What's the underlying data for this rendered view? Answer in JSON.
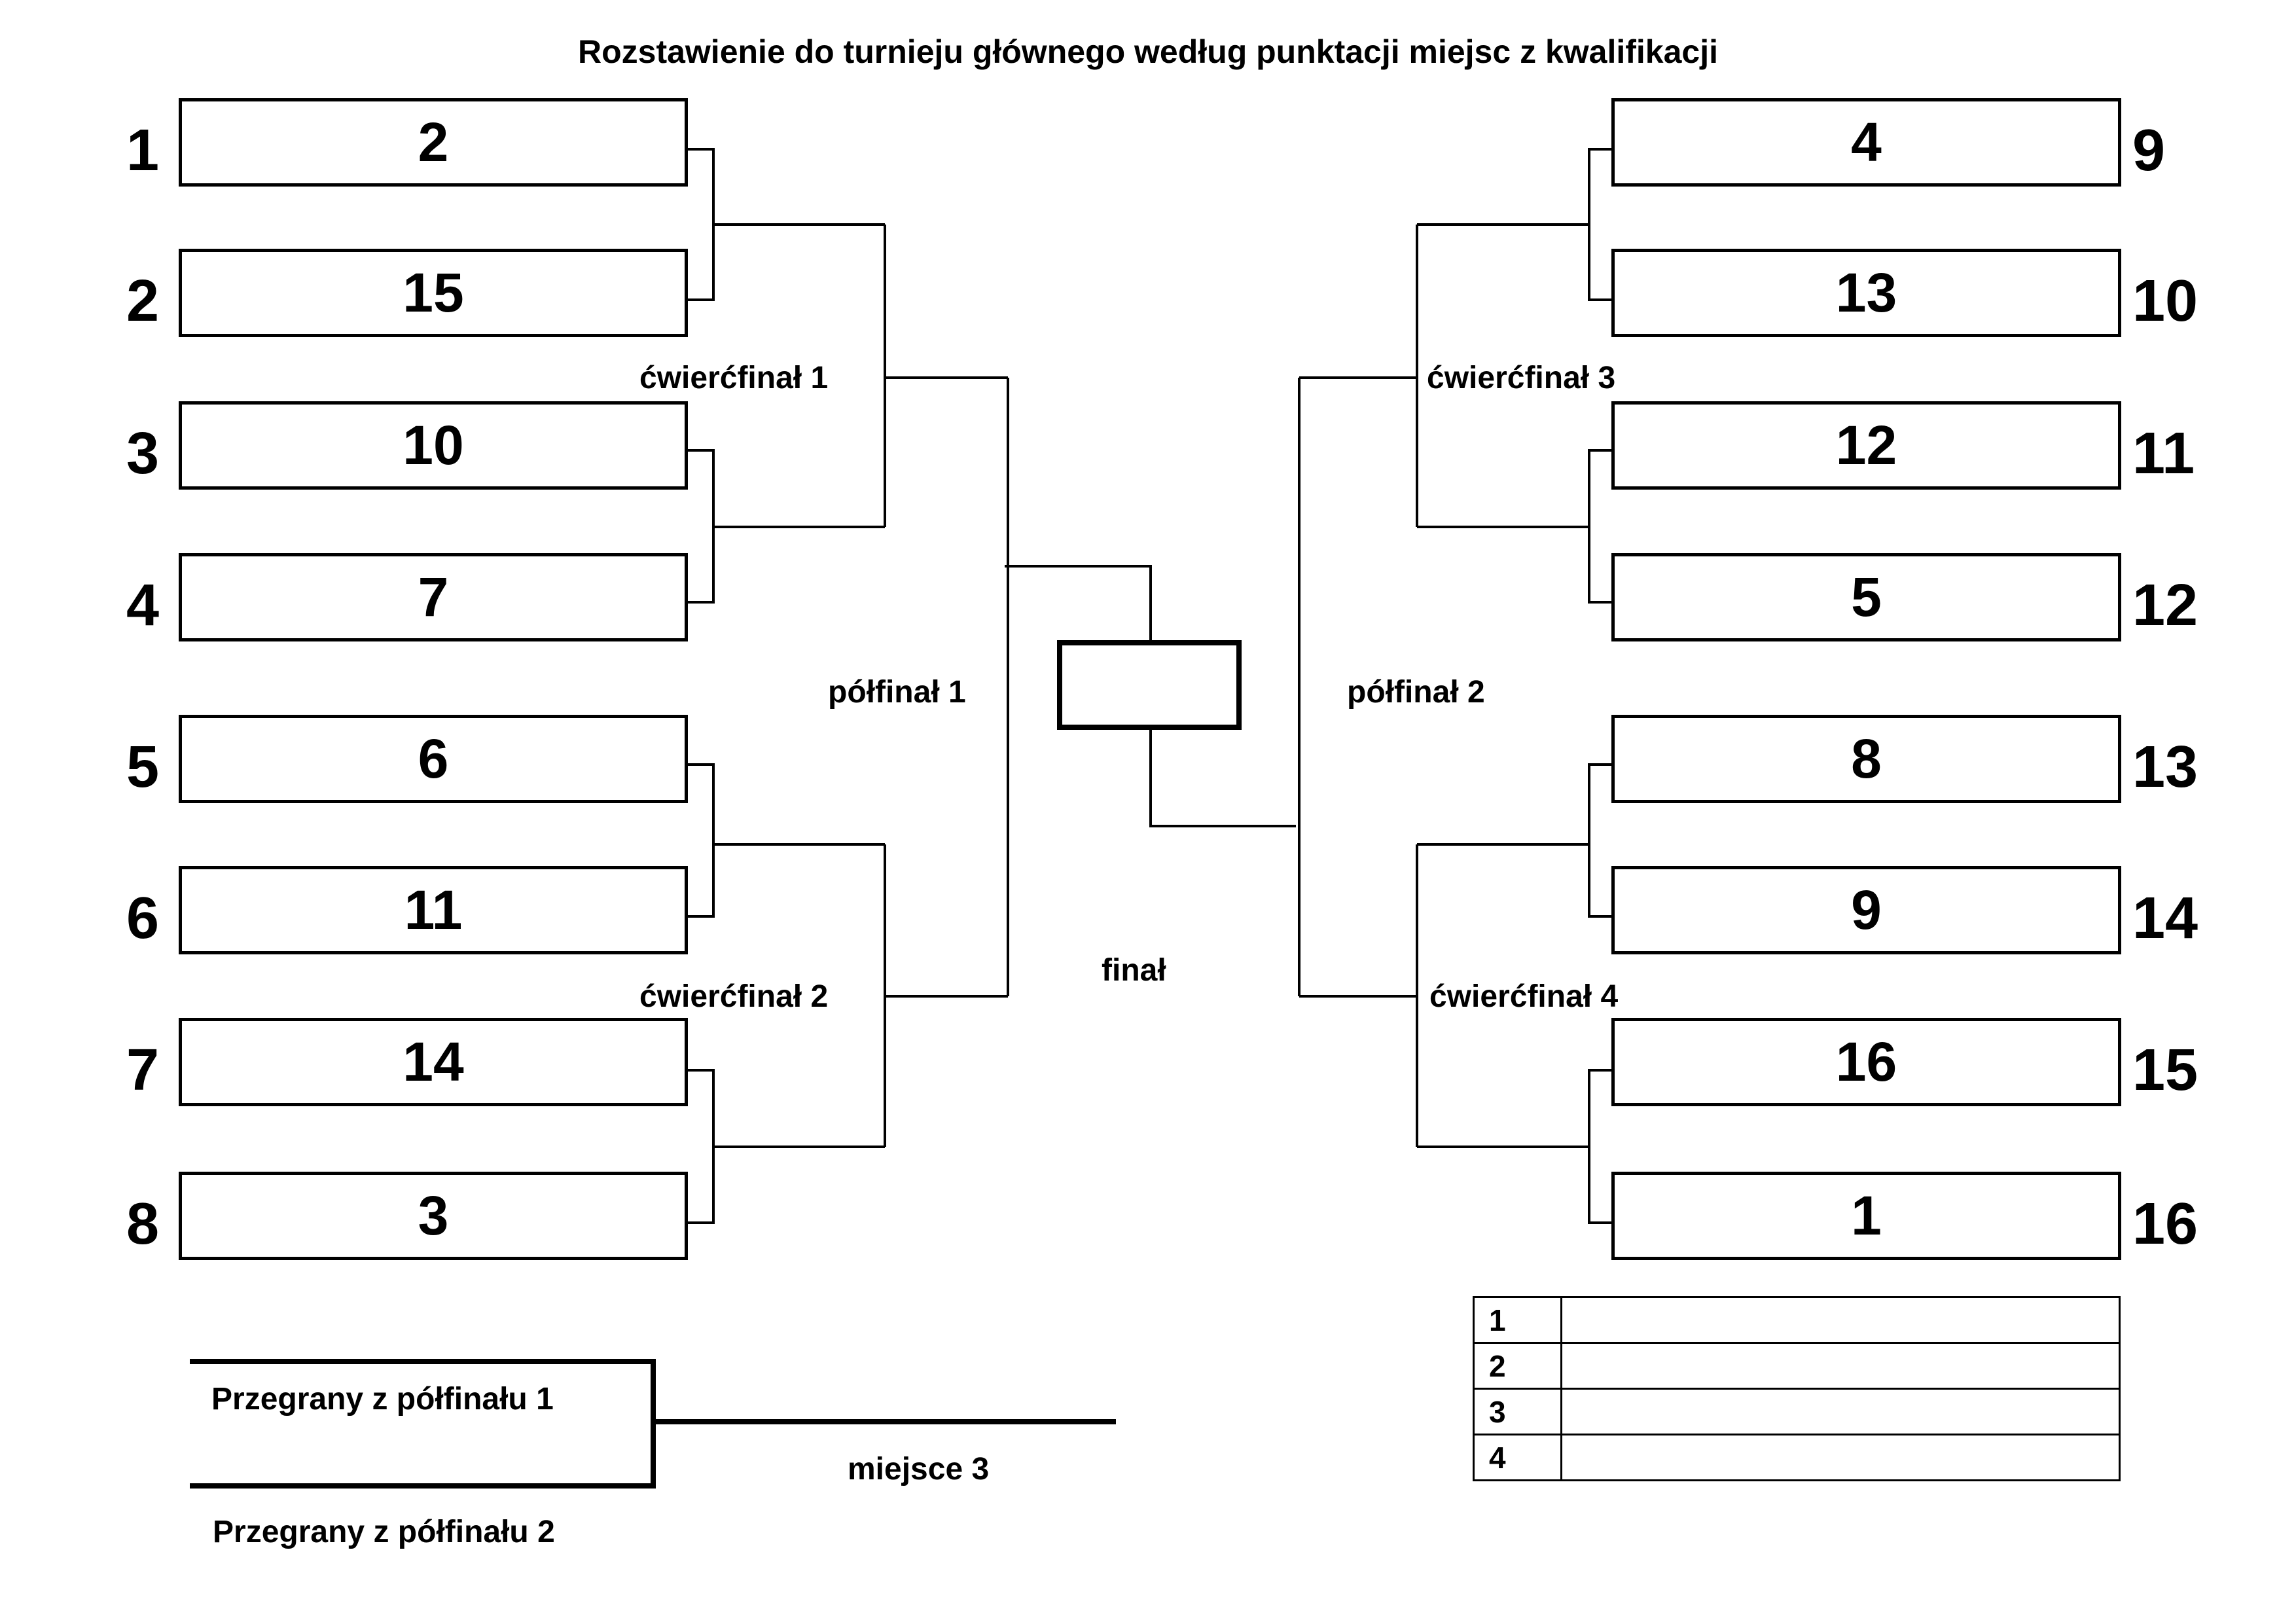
{
  "title": "Rozstawienie do turnieju głównego według punktacji miejsc z kwalifikacji",
  "left_bracket": [
    {
      "seed": "1",
      "value": "2"
    },
    {
      "seed": "2",
      "value": "15"
    },
    {
      "seed": "3",
      "value": "10"
    },
    {
      "seed": "4",
      "value": "7"
    },
    {
      "seed": "5",
      "value": "6"
    },
    {
      "seed": "6",
      "value": "11"
    },
    {
      "seed": "7",
      "value": "14"
    },
    {
      "seed": "8",
      "value": "3"
    }
  ],
  "right_bracket": [
    {
      "seed": "9",
      "value": "4"
    },
    {
      "seed": "10",
      "value": "13"
    },
    {
      "seed": "11",
      "value": "12"
    },
    {
      "seed": "12",
      "value": "5"
    },
    {
      "seed": "13",
      "value": "8"
    },
    {
      "seed": "14",
      "value": "9"
    },
    {
      "seed": "15",
      "value": "16"
    },
    {
      "seed": "16",
      "value": "1"
    }
  ],
  "rounds": {
    "qf1": "ćwierćfinał 1",
    "qf2": "ćwierćfinał 2",
    "qf3": "ćwierćfinał 3",
    "qf4": "ćwierćfinał 4",
    "sf1": "półfinał 1",
    "sf2": "półfinał 2",
    "final": "finał"
  },
  "consolation": {
    "loser1": "Przegrany z półfinału 1",
    "loser2": "Przegrany z półfinału 2",
    "third_place": "miejsce 3"
  },
  "ranking": [
    "1",
    "2",
    "3",
    "4"
  ]
}
